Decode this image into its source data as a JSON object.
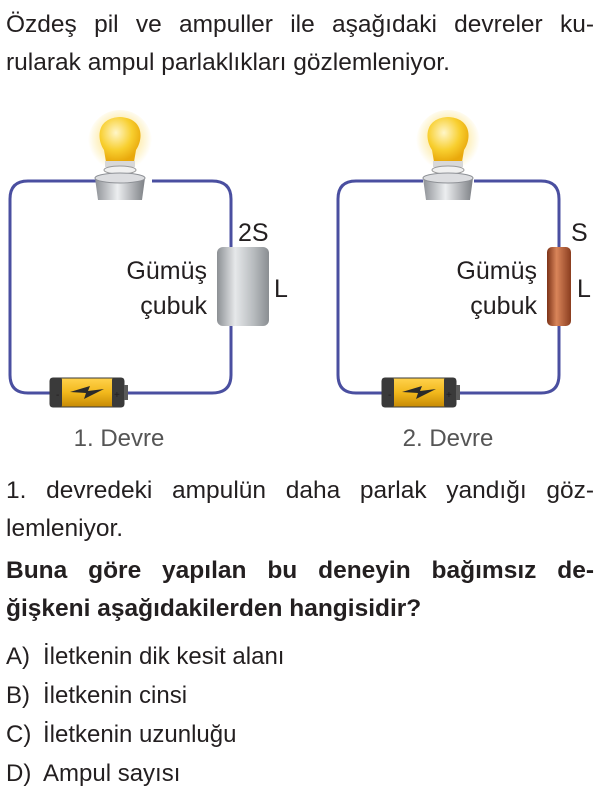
{
  "intro": {
    "line1": "Özdeş pil ve ampuller ile aşağıdaki devreler ku-",
    "line2": "rularak ampul parlaklıkları gözlemleniyor."
  },
  "circuit1": {
    "area_label": "2S",
    "material_line1": "Gümüş",
    "material_line2": "çubuk",
    "length_label": "L",
    "caption": "1. Devre",
    "rod_color": "#b8bcbf"
  },
  "circuit2": {
    "area_label": "S",
    "material_line1": "Gümüş",
    "material_line2": "çubuk",
    "length_label": "L",
    "caption": "2. Devre",
    "rod_color": "#b25a36"
  },
  "observation": {
    "line1": "1. devredeki ampulün daha parlak yandığı göz-",
    "line2": "lemleniyor."
  },
  "question": {
    "line1": "Buna göre yapılan bu deneyin bağımsız de-",
    "line2": "ğişkeni aşağıdakilerden hangisidir?"
  },
  "options": [
    {
      "letter": "A)",
      "text": "İletkenin dik kesit alanı"
    },
    {
      "letter": "B)",
      "text": "İletkenin cinsi"
    },
    {
      "letter": "C)",
      "text": "İletkenin uzunluğu"
    },
    {
      "letter": "D)",
      "text": "Ampul sayısı"
    }
  ],
  "colors": {
    "wire": "#4a4fa0",
    "bulb_glow": "#f6c619",
    "battery": "#f2b81c"
  }
}
